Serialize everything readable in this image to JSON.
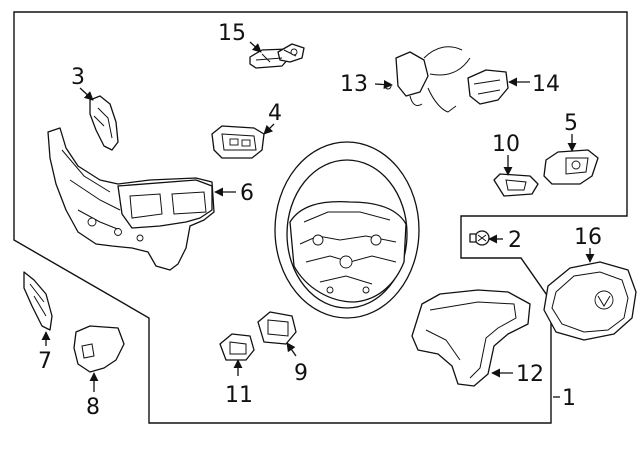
{
  "callouts": {
    "c1": "1",
    "c2": "2",
    "c3": "3",
    "c4": "4",
    "c5": "5",
    "c6": "6",
    "c7": "7",
    "c8": "8",
    "c9": "9",
    "c10": "10",
    "c11": "11",
    "c12": "12",
    "c13": "13",
    "c14": "14",
    "c15": "15",
    "c16": "16"
  },
  "icons": {
    "emblem": "brand-emblem-icon"
  }
}
